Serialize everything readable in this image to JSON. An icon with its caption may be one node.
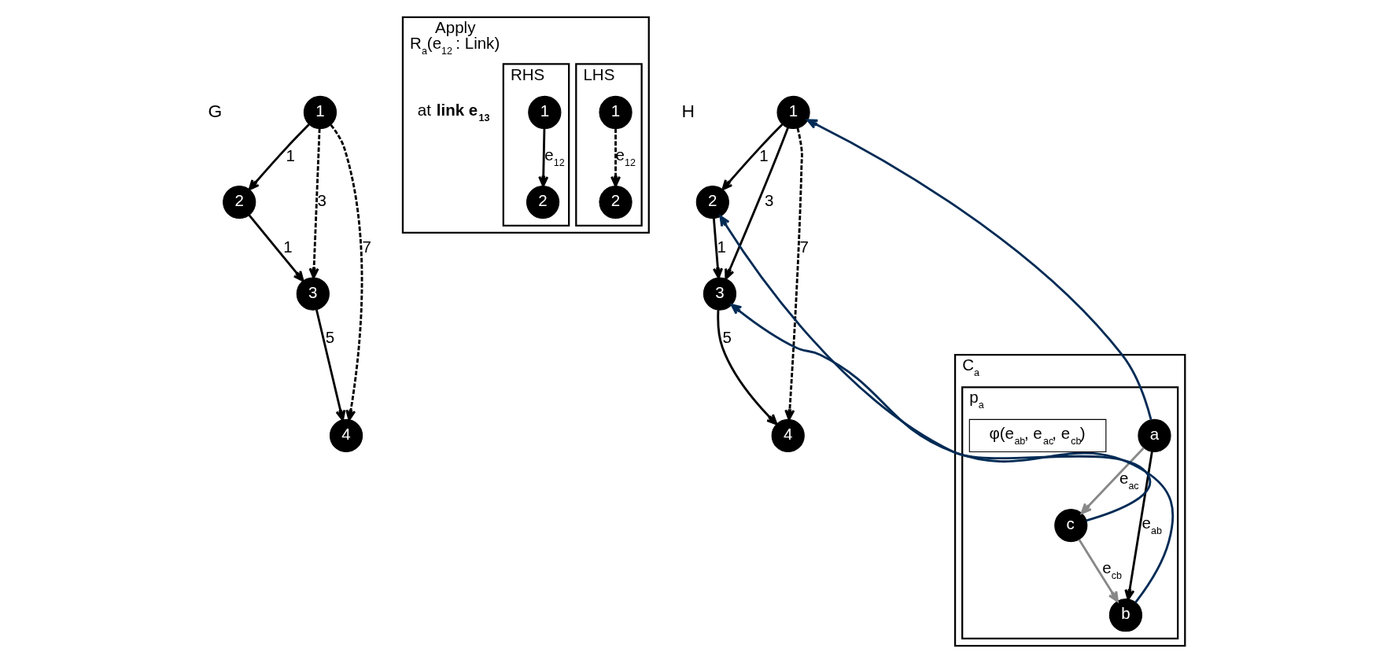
{
  "diagram": {
    "nodes": [
      {
        "text": [
          "1"
        ]
      },
      {
        "text": [
          "2"
        ]
      },
      {
        "text": [
          "3"
        ]
      },
      {
        "text": [
          "4"
        ]
      },
      {
        "text": [
          "Apply",
          "R$_{a}$(e$_{12}$ : Link)"
        ],
        "beside": [
          "at **link e$_{13}$**"
        ]
      },
      {
        "text": [
          "LHS"
        ],
        "in": 4
      },
      {
        "text": [
          "1"
        ],
        "in": 5
      },
      {
        "text": [
          "2"
        ],
        "in": 5
      },
      {
        "text": [
          "RHS"
        ],
        "in": 4
      },
      {
        "text": [
          "1"
        ],
        "in": 8
      },
      {
        "text": [
          "2"
        ],
        "in": 8
      },
      {
        "text": [
          "1"
        ]
      },
      {
        "text": [
          "2"
        ]
      },
      {
        "text": [
          "3"
        ]
      },
      {
        "text": [
          "4"
        ]
      },
      {
        "text": [
          "C$_{a}$"
        ]
      },
      {
        "text": [
          "p$_{a}$"
        ],
        "in": 15
      },
      {
        "text": [
          "a"
        ],
        "in": 16
      },
      {
        "text": [
          "c"
        ],
        "in": 16
      },
      {
        "text": [
          "b"
        ],
        "in": 16
      },
      {
        "text": [
          "φ(e$_{ab}$, e$_{ac}$, e$_{cb}$)"
        ],
        "in": 16
      }
    ],
    "edges": [
      {
        "from": 0,
        "to": 1,
        "arrow": "to",
        "label": "1"
      },
      {
        "from": 1,
        "to": 2,
        "arrow": "to",
        "label": "1"
      },
      {
        "from": 0,
        "to": 2,
        "arrow": "to",
        "label": "3",
        "style": "dashed"
      },
      {
        "from": 0,
        "to": 3,
        "arrow": "to",
        "label": "7",
        "style": "dashed"
      },
      {
        "from": 2,
        "to": 3,
        "arrow": "to",
        "label": "5"
      },
      {
        "from": 6,
        "to": 7,
        "arrow": "to",
        "label": "e$_{12}$",
        "style": "dashed"
      },
      {
        "from": 9,
        "to": 10,
        "arrow": "to",
        "label": "e$_{12}$"
      },
      {
        "from": 11,
        "to": 12,
        "arrow": "to",
        "label": "1"
      },
      {
        "from": 12,
        "to": 13,
        "arrow": "to",
        "label": "1"
      },
      {
        "from": 11,
        "to": 13,
        "arrow": "to",
        "label": "3"
      },
      {
        "from": 11,
        "to": 14,
        "arrow": "to",
        "label": "7",
        "style": "dashed"
      },
      {
        "from": 13,
        "to": 14,
        "arrow": "to",
        "label": "5"
      },
      {
        "from": 17,
        "to": 18,
        "arrow": "to",
        "label": "e$_{ac}$",
        "color": "#888888"
      },
      {
        "from": 18,
        "to": 19,
        "arrow": "to",
        "label": "e$_{cb}$",
        "color": "#888888"
      },
      {
        "from": 17,
        "to": 19,
        "arrow": "to",
        "label": "e$_{ab}$"
      },
      {
        "from": 17,
        "to": 11,
        "arrow": "to",
        "color": "#002b55"
      },
      {
        "from": 18,
        "to": 12,
        "arrow": "to",
        "color": "#002b55"
      },
      {
        "from": 19,
        "to": 13,
        "arrow": "to",
        "color": "#002b55"
      }
    ],
    "labels": [
      "G",
      "H"
    ]
  }
}
